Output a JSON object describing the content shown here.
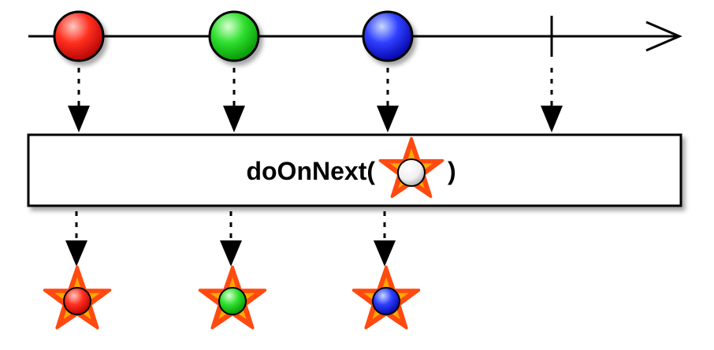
{
  "operator": {
    "name": "doOnNext(",
    "close": ")",
    "icon": "star-with-white-marble-icon"
  },
  "input_stream": {
    "items": [
      {
        "name": "red",
        "color": "#e00000",
        "light": "#ffb0a8"
      },
      {
        "name": "green",
        "color": "#10c010",
        "light": "#c8ffc0"
      },
      {
        "name": "blue",
        "color": "#1010e0",
        "light": "#b8c8ff"
      }
    ],
    "completion": "complete-marker"
  },
  "output_stream": {
    "items": [
      {
        "name": "red-star",
        "color": "#e00000"
      },
      {
        "name": "green-star",
        "color": "#10c010"
      },
      {
        "name": "blue-star",
        "color": "#1010e0"
      }
    ]
  },
  "colors": {
    "star_fill": "#ff4a10",
    "star_inner": "#ffa800",
    "line": "#000000",
    "box": "#ffffff"
  }
}
